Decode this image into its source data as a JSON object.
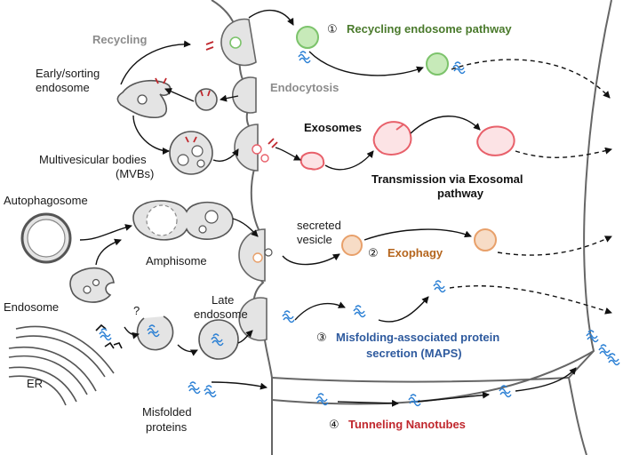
{
  "colors": {
    "recycling": "#4a7a2c",
    "exosome": "#111111",
    "exophagy": "#b5651d",
    "maps": "#2e5a9e",
    "tnt": "#c0272d",
    "gray_label": "#8c8c8c",
    "green_vesicle": "#7cc36b",
    "exosome_vesicle": "#e8606a",
    "exophagy_vesicle": "#e8a06a",
    "protein": "#2a7fd4"
  },
  "labels": {
    "recycling": "Recycling",
    "early_sorting_1": "Early/sorting",
    "early_sorting_2": "endosome",
    "endocytosis": "Endocytosis",
    "mvb_1": "Multivesicular bodies",
    "mvb_2": "(MVBs)",
    "exosomes": "Exosomes",
    "transmission_1": "Transmission via Exosomal",
    "transmission_2": "pathway",
    "autophagosome": "Autophagosome",
    "amphisome": "Amphisome",
    "endosome": "Endosome",
    "secreted_1": "secreted",
    "secreted_2": "vesicle",
    "question": "?",
    "late_1": "Late",
    "late_2": "endosome",
    "er": "ER",
    "misfolded_1": "Misfolded",
    "misfolded_2": "proteins"
  },
  "pathways": [
    {
      "number": "①",
      "name": "Recycling endosome pathway"
    },
    {
      "number": "②",
      "name": "Exophagy"
    },
    {
      "number": "③",
      "name_line1": "Misfolding-associated protein",
      "name_line2": "secretion (MAPS)"
    },
    {
      "number": "④",
      "name": "Tunneling Nanotubes"
    }
  ]
}
